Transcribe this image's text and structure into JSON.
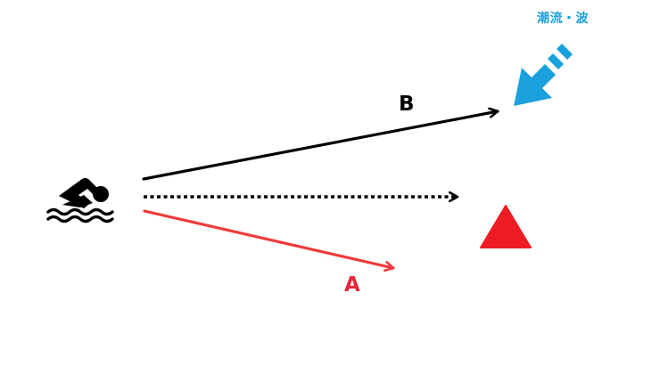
{
  "labels": {
    "route_b": "B",
    "route_a": "A",
    "current_wave": "潮流・波"
  },
  "icons": {
    "swimmer": "swimmer-icon",
    "current_arrow": "current-arrow-icon",
    "goal_marker": "goal-triangle-icon"
  },
  "colors": {
    "route_b": "#000000",
    "route_direct": "#000000",
    "route_a": "#f03a3a",
    "label_a": "#e6283a",
    "goal_marker": "#ed1c24",
    "current": "#1aa0dc",
    "swimmer": "#000000"
  }
}
